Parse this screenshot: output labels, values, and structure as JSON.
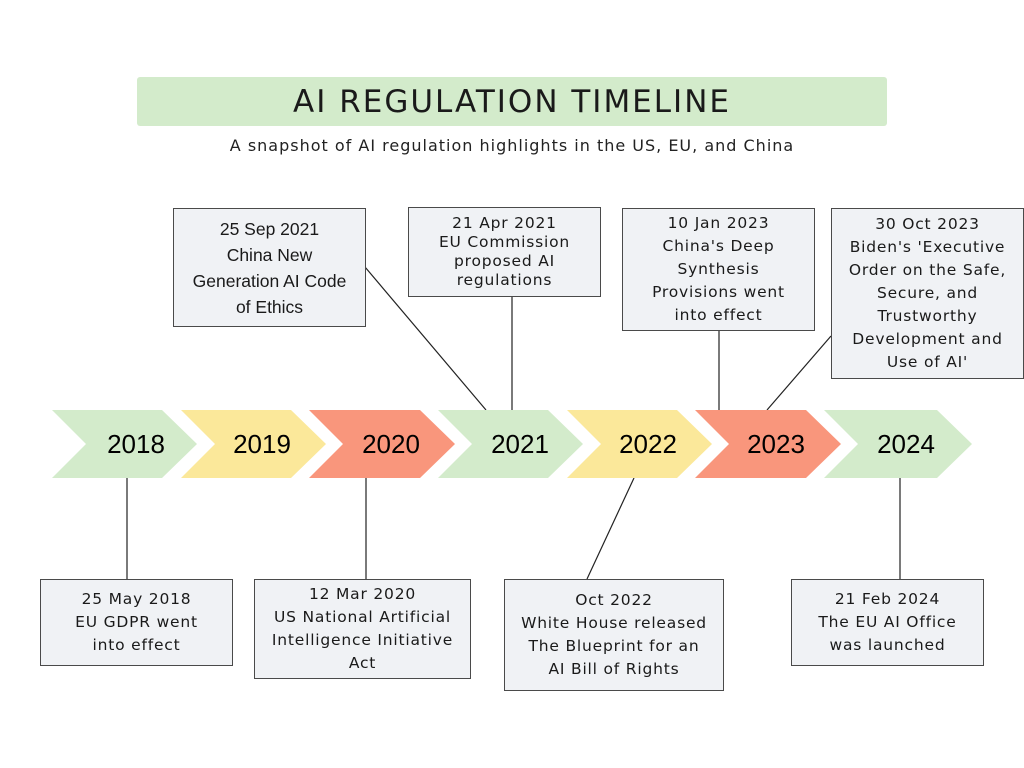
{
  "title": "AI REGULATION TIMELINE",
  "subtitle": "A snapshot of AI regulation highlights in the US, EU, and China",
  "colors": {
    "title_banner": "#d3ebcb",
    "green": "#d3ebcb",
    "yellow": "#fbe89a",
    "red": "#f9967c",
    "box_fill": "#f0f2f5",
    "box_border": "#4a4a4a"
  },
  "years": [
    {
      "label": "2018",
      "color": "green"
    },
    {
      "label": "2019",
      "color": "yellow"
    },
    {
      "label": "2020",
      "color": "red"
    },
    {
      "label": "2021",
      "color": "green"
    },
    {
      "label": "2022",
      "color": "yellow"
    },
    {
      "label": "2023",
      "color": "red"
    },
    {
      "label": "2024",
      "color": "green"
    }
  ],
  "events": {
    "e2018": {
      "date": "25 May 2018",
      "lines": [
        "EU GDPR went",
        "into effect"
      ]
    },
    "e2020": {
      "date": "12 Mar 2020",
      "lines": [
        "US National Artificial",
        "Intelligence Initiative",
        "Act"
      ]
    },
    "e2022": {
      "date": "Oct 2022",
      "lines": [
        "White House released",
        "The Blueprint for an",
        "AI Bill of Rights"
      ]
    },
    "e2024": {
      "date": "21 Feb 2024",
      "lines": [
        "The EU AI Office",
        "was launched"
      ]
    },
    "e2021a": {
      "date": "25 Sep 2021",
      "lines": [
        "China New",
        "Generation AI Code",
        "of Ethics"
      ]
    },
    "e2021b": {
      "date": "21 Apr 2021",
      "lines": [
        "EU Commission",
        "proposed AI",
        "regulations"
      ]
    },
    "e2023a": {
      "date": "10 Jan 2023",
      "lines": [
        "China's  Deep",
        "Synthesis",
        "Provisions went",
        "into effect"
      ]
    },
    "e2023b": {
      "date": "30 Oct 2023",
      "lines": [
        "Biden's 'Executive",
        "Order on the Safe,",
        "Secure, and",
        "Trustworthy",
        "Development and",
        "Use of AI'"
      ]
    }
  }
}
